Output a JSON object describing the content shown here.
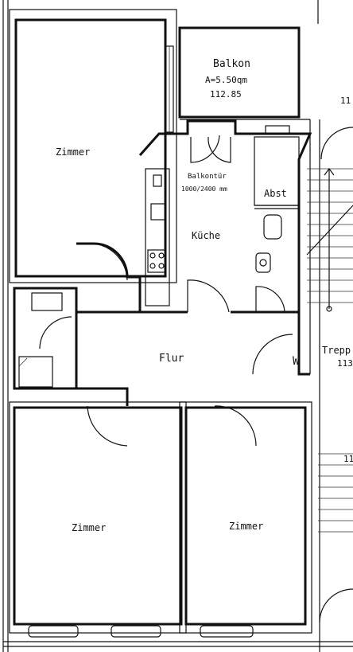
{
  "plan": {
    "rooms": {
      "zimmer_top": "Zimmer",
      "balkon": "Balkon",
      "balkon_area": "A=5.50qm",
      "balkon_level": "112.85",
      "balkontuer": "Balkontür",
      "balkontuer_size": "1000/2400 mm",
      "kueche": "Küche",
      "abst": "Abst",
      "flur": "Flur",
      "w": "W",
      "treppe": "Trepp",
      "treppe_level": "113",
      "zimmer_bottom_left": "Zimmer",
      "zimmer_bottom_right": "Zimmer",
      "edge_top_right": "11",
      "edge_right_mid": "11"
    }
  }
}
